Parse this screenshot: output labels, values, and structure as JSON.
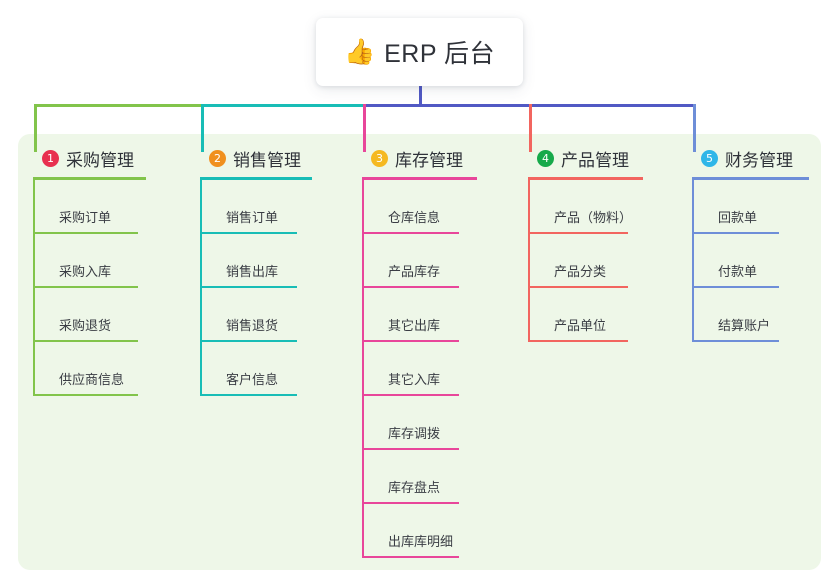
{
  "root": {
    "icon": "thumbs-up-icon",
    "emoji": "👍",
    "title": "ERP 后台"
  },
  "colors": {
    "panel_background": "#eef7e8",
    "page_background": "#ffffff",
    "root_stem": "#5159c4",
    "trunk_right": "#5159c4"
  },
  "columns": [
    {
      "number": "1",
      "title": "采购管理",
      "badge_color": "#e8304f",
      "line_color": "#82c44b",
      "items": [
        {
          "label": "采购订单"
        },
        {
          "label": "采购入库"
        },
        {
          "label": "采购退货"
        },
        {
          "label": "供应商信息"
        }
      ]
    },
    {
      "number": "2",
      "title": "销售管理",
      "badge_color": "#f0901e",
      "line_color": "#18bdb6",
      "items": [
        {
          "label": "销售订单"
        },
        {
          "label": "销售出库"
        },
        {
          "label": "销售退货"
        },
        {
          "label": "客户信息"
        }
      ]
    },
    {
      "number": "3",
      "title": "库存管理",
      "badge_color": "#f5b921",
      "line_color": "#e8469a",
      "items": [
        {
          "label": "仓库信息"
        },
        {
          "label": "产品库存"
        },
        {
          "label": "其它出库"
        },
        {
          "label": "其它入库"
        },
        {
          "label": "库存调拨"
        },
        {
          "label": "库存盘点"
        },
        {
          "label": "出库库明细"
        }
      ]
    },
    {
      "number": "4",
      "title": "产品管理",
      "badge_color": "#16a94a",
      "line_color": "#f2655f",
      "items": [
        {
          "label": "产品（物料）"
        },
        {
          "label": "产品分类"
        },
        {
          "label": "产品单位"
        }
      ]
    },
    {
      "number": "5",
      "title": "财务管理",
      "badge_color": "#2fb6e8",
      "line_color": "#6e8ed8",
      "items": [
        {
          "label": "回款单"
        },
        {
          "label": "付款单"
        },
        {
          "label": "结算账户"
        }
      ]
    }
  ]
}
